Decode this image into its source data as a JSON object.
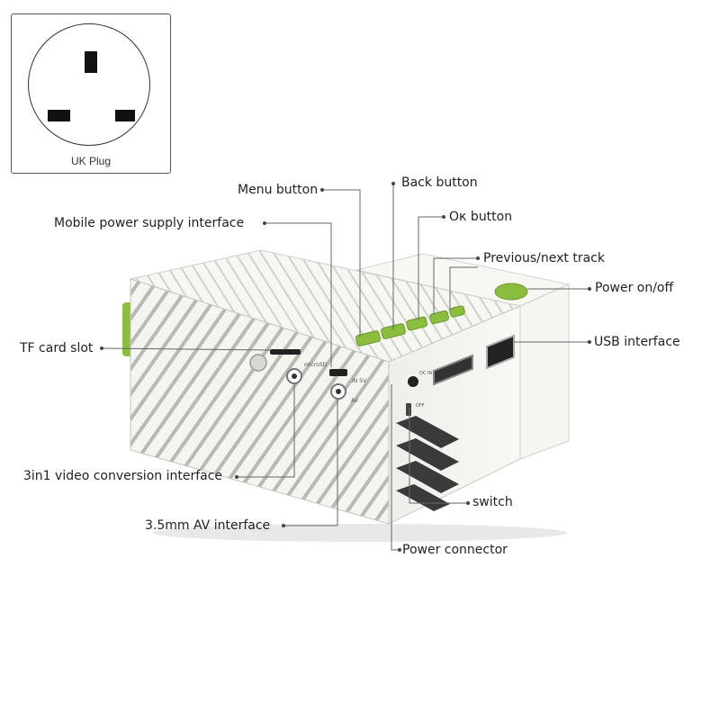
{
  "plug_panel": {
    "label": "UK Plug"
  },
  "device": {
    "port_marks": {
      "microsd": "microSD",
      "in_5v": "IN 5V",
      "av": "AV",
      "dc_in": "DC IN",
      "off": "OFF"
    }
  },
  "callouts": {
    "menu_button": "Menu button",
    "back_button": "Back button",
    "ok_button": "Oк button",
    "mobile_power": "Mobile power supply interface",
    "previous_next": "Previous/next track",
    "power_on_off": "Power on/off",
    "tf_card_slot": "TF card slot",
    "usb_interface": "USB interface",
    "video_conversion": "3in1 video conversion interface",
    "switch": "switch",
    "av_interface": "3.5mm AV interface",
    "power_connector": "Power connector"
  },
  "colors": {
    "accent_green": "#8bbd3e",
    "body_white": "#f2f2ee",
    "body_shadow": "#cfcfca",
    "line": "#555555"
  }
}
